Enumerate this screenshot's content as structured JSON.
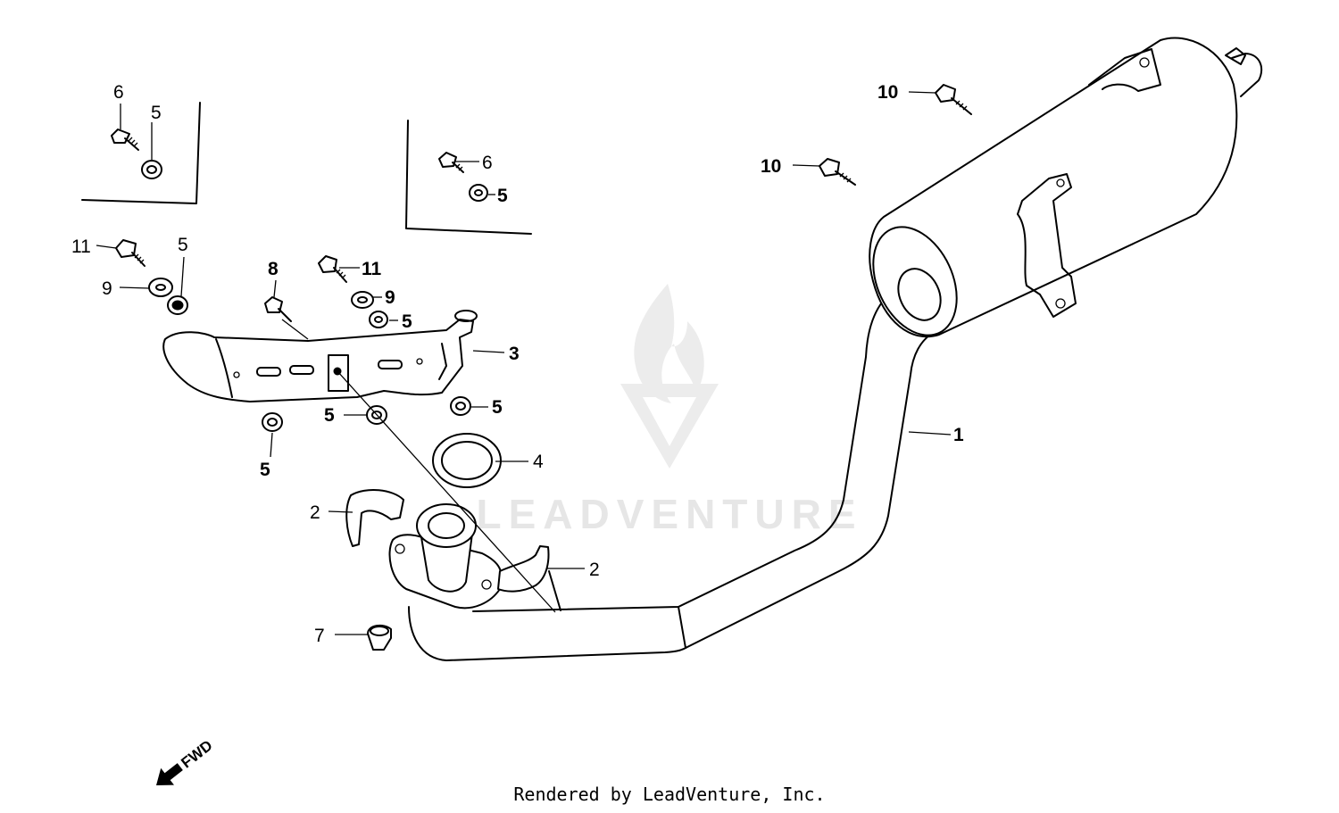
{
  "diagram": {
    "callouts": [
      {
        "id": "c1",
        "text": "1"
      },
      {
        "id": "c2a",
        "text": "2"
      },
      {
        "id": "c2b",
        "text": "2"
      },
      {
        "id": "c3",
        "text": "3"
      },
      {
        "id": "c4",
        "text": "4"
      },
      {
        "id": "c5a",
        "text": "5"
      },
      {
        "id": "c5b",
        "text": "5"
      },
      {
        "id": "c5c",
        "text": "5"
      },
      {
        "id": "c5d",
        "text": "5"
      },
      {
        "id": "c5e",
        "text": "5"
      },
      {
        "id": "c5f",
        "text": "5"
      },
      {
        "id": "c5g",
        "text": "5"
      },
      {
        "id": "c6a",
        "text": "6"
      },
      {
        "id": "c6b",
        "text": "6"
      },
      {
        "id": "c7",
        "text": "7"
      },
      {
        "id": "c8",
        "text": "8"
      },
      {
        "id": "c9a",
        "text": "9"
      },
      {
        "id": "c9b",
        "text": "9"
      },
      {
        "id": "c10a",
        "text": "10"
      },
      {
        "id": "c10b",
        "text": "10"
      },
      {
        "id": "c11a",
        "text": "11"
      },
      {
        "id": "c11b",
        "text": "11"
      }
    ],
    "direction_marker": "FWD",
    "watermark": "LEADVENTURE"
  },
  "footer": {
    "text": "Rendered by LeadVenture, Inc."
  }
}
